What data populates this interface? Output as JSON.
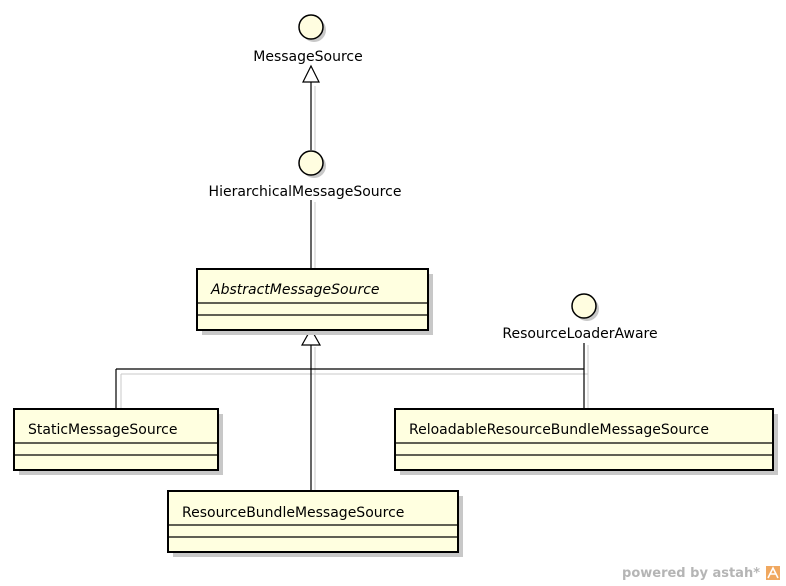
{
  "interfaces": {
    "message_source": "MessageSource",
    "hierarchical_message_source": "HierarchicalMessageSource",
    "resource_loader_aware": "ResourceLoaderAware"
  },
  "classes": {
    "abstract_message_source": "AbstractMessageSource",
    "static_message_source": "StaticMessageSource",
    "resource_bundle_message_source": "ResourceBundleMessageSource",
    "reloadable_resource_bundle_message_source": "ReloadableResourceBundleMessageSource"
  },
  "watermark": {
    "text": "powered by astah*"
  },
  "colors": {
    "class_fill": "#ffffe0",
    "interface_fill": "#fffde0",
    "shadow": "#c8c8c8",
    "stroke": "#000000"
  }
}
